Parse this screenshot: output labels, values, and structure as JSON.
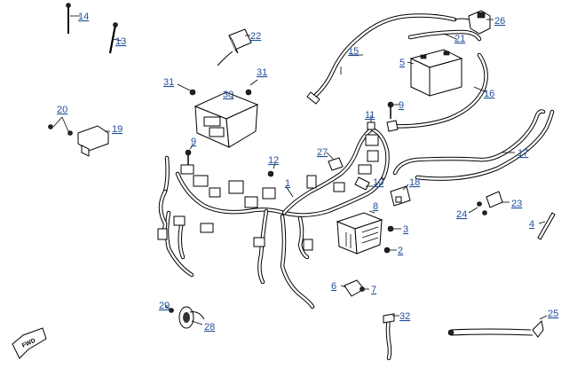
{
  "callouts": [
    {
      "id": "c14",
      "text": "14"
    },
    {
      "id": "c13",
      "text": "13"
    },
    {
      "id": "c22",
      "text": "22"
    },
    {
      "id": "c15",
      "text": "15"
    },
    {
      "id": "c26",
      "text": "26"
    },
    {
      "id": "c21",
      "text": "21"
    },
    {
      "id": "c5",
      "text": "5"
    },
    {
      "id": "c16",
      "text": "16"
    },
    {
      "id": "c31a",
      "text": "31"
    },
    {
      "id": "c31b",
      "text": "31"
    },
    {
      "id": "c30",
      "text": "30"
    },
    {
      "id": "c9a",
      "text": "9"
    },
    {
      "id": "c11",
      "text": "11"
    },
    {
      "id": "c20",
      "text": "20"
    },
    {
      "id": "c19",
      "text": "19"
    },
    {
      "id": "c9b",
      "text": "9"
    },
    {
      "id": "c27",
      "text": "27"
    },
    {
      "id": "c12",
      "text": "12"
    },
    {
      "id": "c17",
      "text": "17"
    },
    {
      "id": "c1",
      "text": "1"
    },
    {
      "id": "c10",
      "text": "10"
    },
    {
      "id": "c18",
      "text": "18"
    },
    {
      "id": "c8",
      "text": "8"
    },
    {
      "id": "c23",
      "text": "23"
    },
    {
      "id": "c24",
      "text": "24"
    },
    {
      "id": "c3",
      "text": "3"
    },
    {
      "id": "c4",
      "text": "4"
    },
    {
      "id": "c2",
      "text": "2"
    },
    {
      "id": "c6",
      "text": "6"
    },
    {
      "id": "c7",
      "text": "7"
    },
    {
      "id": "c29",
      "text": "29"
    },
    {
      "id": "c28",
      "text": "28"
    },
    {
      "id": "c32",
      "text": "32"
    },
    {
      "id": "c25",
      "text": "25"
    }
  ],
  "direction_arrow": {
    "text": "FWD"
  }
}
